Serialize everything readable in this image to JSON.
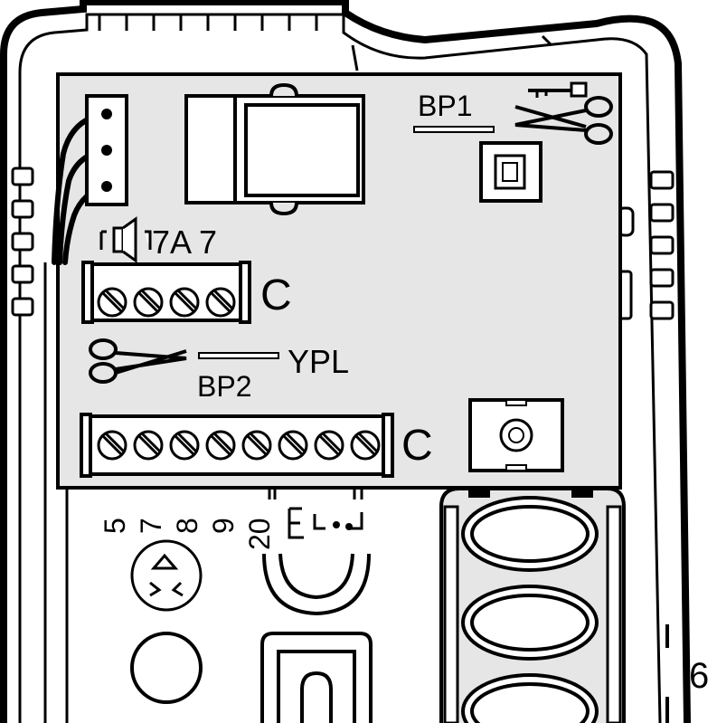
{
  "labels": {
    "bp1": "BP1",
    "bp2": "BP2",
    "ypl": "YPL",
    "tamper_terminal": "7A 7",
    "c_upper": "C",
    "c_lower": "C",
    "figure_number": "6",
    "terminal_numbers": [
      "5",
      "7",
      "8",
      "9",
      "20"
    ]
  },
  "icons": {
    "key": "key-icon",
    "scissors": "scissors-icon",
    "speaker": "speaker-icon",
    "recycle": "recycle-icon"
  },
  "colors": {
    "board": "#e6e6e6",
    "line": "#000000",
    "background": "#ffffff"
  }
}
